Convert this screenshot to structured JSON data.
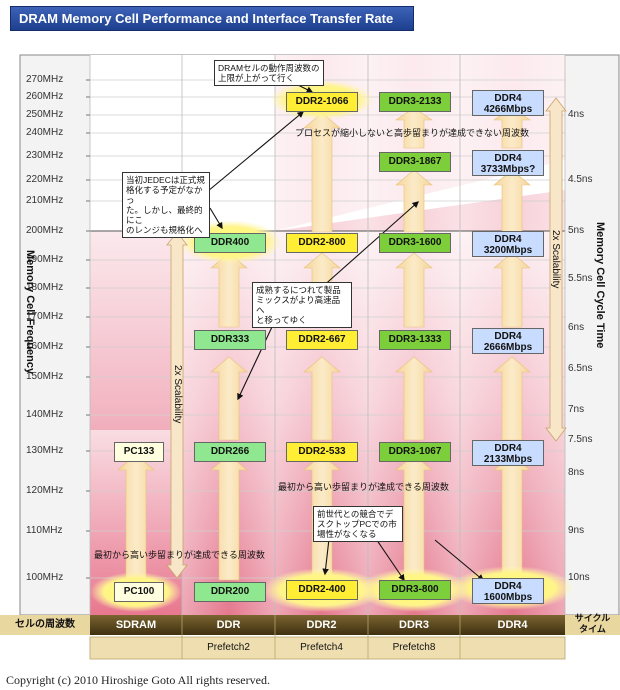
{
  "title": "DRAM Memory Cell Performance and Interface Transfer Rate",
  "left_axis": {
    "label": "Memory Cell Frequency",
    "ticks": [
      "270MHz",
      "260MHz",
      "250MHz",
      "240MHz",
      "230MHz",
      "220MHz",
      "210MHz",
      "200MHz",
      "190MHz",
      "180MHz",
      "170MHz",
      "160MHz",
      "150MHz",
      "140MHz",
      "130MHz",
      "120MHz",
      "110MHz",
      "100MHz"
    ]
  },
  "right_axis": {
    "label": "Memory Cell Cycle Time",
    "ticks": [
      "4ns",
      "4.5ns",
      "5ns",
      "5.5ns",
      "6ns",
      "6.5ns",
      "7ns",
      "7.5ns",
      "8ns",
      "9ns",
      "10ns"
    ]
  },
  "footer": {
    "left_label": "セルの周波数",
    "right_label": "サイクル\nタイム",
    "generations": [
      "SDRAM",
      "DDR",
      "DDR2",
      "DDR3",
      "DDR4"
    ],
    "prefetch": [
      "Prefetch2",
      "Prefetch4",
      "Prefetch8"
    ]
  },
  "chips": {
    "pc133": "PC133",
    "pc100": "PC100",
    "ddr400": "DDR400",
    "ddr333": "DDR333",
    "ddr266": "DDR266",
    "ddr200": "DDR200",
    "ddr2_1066": "DDR2-1066",
    "ddr2_800": "DDR2-800",
    "ddr2_667": "DDR2-667",
    "ddr2_533": "DDR2-533",
    "ddr2_400": "DDR2-400",
    "ddr3_2133": "DDR3-2133",
    "ddr3_1867": "DDR3-1867",
    "ddr3_1600": "DDR3-1600",
    "ddr3_1333": "DDR3-1333",
    "ddr3_1067": "DDR3-1067",
    "ddr3_800": "DDR3-800",
    "ddr4_4266": "DDR4\n4266Mbps",
    "ddr4_3733": "DDR4\n3733Mbps?",
    "ddr4_3200": "DDR4\n3200Mbps",
    "ddr4_2666": "DDR4\n2666Mbps",
    "ddr4_2133": "DDR4\n2133Mbps",
    "ddr4_1600": "DDR4\n1600Mbps"
  },
  "scalability": {
    "left": "2x Scalability",
    "right": "2x Scalability"
  },
  "notes": {
    "top": "DRAMセルの動作周波数の\n上限が上がって行く",
    "jedec": "当初JEDECは正式規\n格化する予定がなかっ\nた。しかし、最終的にこ\nのレンジも規格化へ",
    "mix": "成熟するにつれて製品\nミックスがより高速品へ\nと移ってゆく",
    "desktop": "前世代との競合でデ\nスクトップPCでの市\n場性がなくなる"
  },
  "texts": {
    "process": "プロセスが縮小しないと高歩留まりが達成できない周波数",
    "initial_high": "最初から高い歩留まりが達成できる周波数",
    "initial_low": "最初から高い歩留まりが達成できる周波数"
  },
  "copyright": "Copyright (c) 2010 Hiroshige Goto All rights reserved.",
  "colors": {
    "title_bg": "#2a4fa3",
    "footer_bg": "#4a3a1a",
    "footer_text": "#ffffff",
    "ddr": "#8fe88f",
    "ddr2": "#ffee33",
    "ddr3": "#7ccf3a",
    "ddr4": "#c8dcff",
    "pc": "#ffffe0"
  }
}
